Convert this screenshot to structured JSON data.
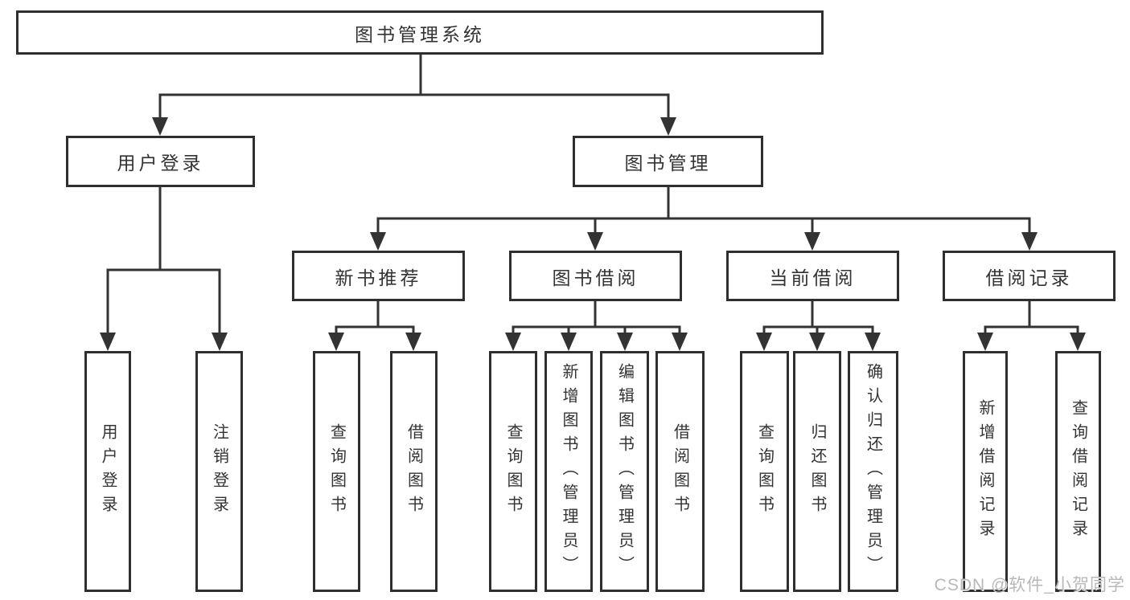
{
  "diagram": {
    "root": {
      "label": "图书管理系统"
    },
    "user_login": {
      "label": "用户登录",
      "children": {
        "login": "用户登录",
        "logout": "注销登录"
      }
    },
    "book_management": {
      "label": "图书管理",
      "new_books": {
        "label": "新书推荐",
        "children": [
          "查询图书",
          "借阅图书"
        ]
      },
      "book_borrowing": {
        "label": "图书借阅",
        "children": [
          "查询图书",
          "新增图书（管理员）",
          "编辑图书（管理员）",
          "借阅图书"
        ]
      },
      "current_borrowing": {
        "label": "当前借阅",
        "children": [
          "查询图书",
          "归还图书",
          "确认归还（管理员）"
        ]
      },
      "borrowing_records": {
        "label": "借阅记录",
        "children": [
          "新增借阅记录",
          "查询借阅记录"
        ]
      }
    }
  },
  "watermark": {
    "text": "CSDN @软件_小贺同学"
  },
  "colors": {
    "line": "#333333",
    "box_border": "#2f2f2f",
    "text": "#333333",
    "watermark": "#b8b8b8",
    "background": "#ffffff"
  }
}
